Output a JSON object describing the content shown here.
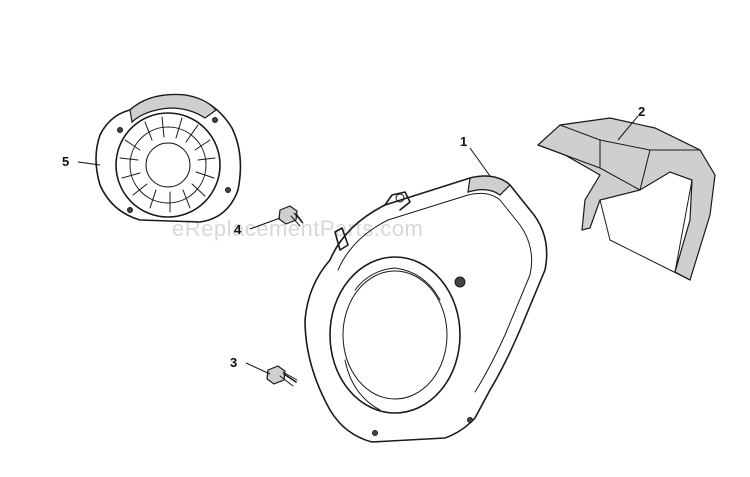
{
  "watermark": "eReplacementParts.com",
  "parts": [
    {
      "id": "1",
      "label": "1"
    },
    {
      "id": "2",
      "label": "2"
    },
    {
      "id": "3",
      "label": "3"
    },
    {
      "id": "4",
      "label": "4"
    },
    {
      "id": "5",
      "label": "5"
    }
  ]
}
